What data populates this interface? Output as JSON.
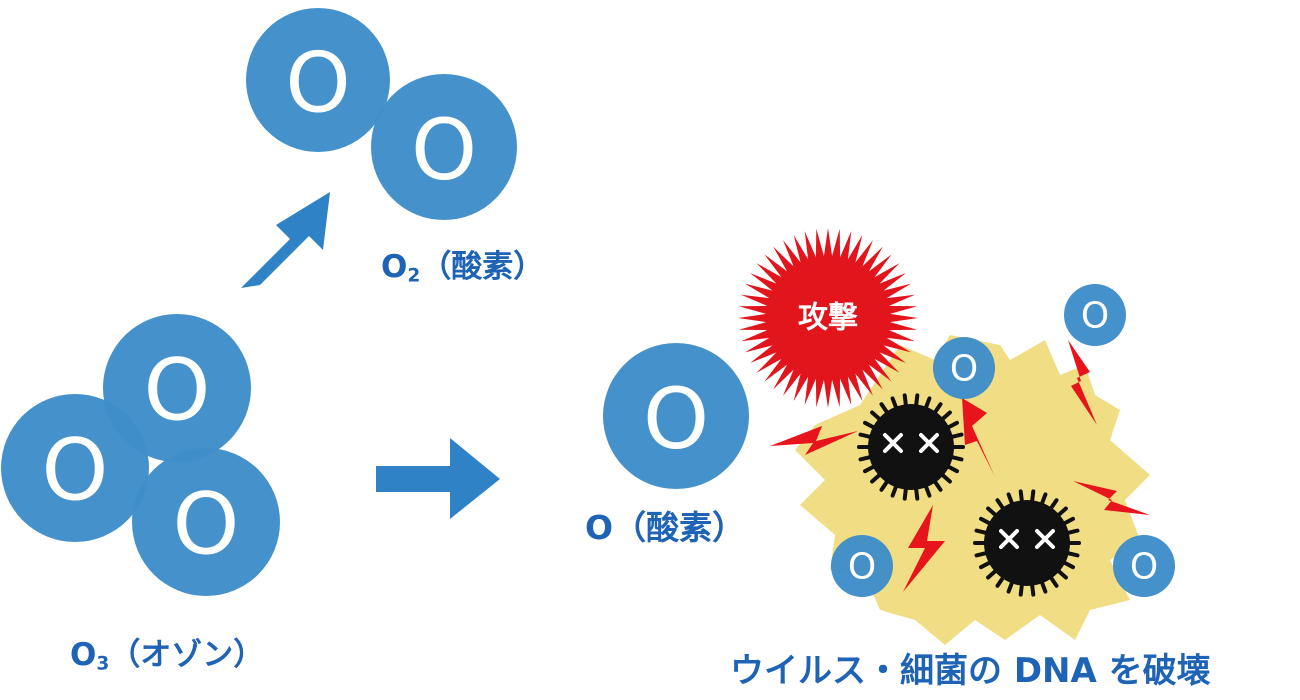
{
  "colors": {
    "atom_blue": "#3f8dc9",
    "arrow_blue": "#2f82c6",
    "label_blue": "#1e63b5",
    "splash_yellow": "#f1de84",
    "burst_red": "#e2141c",
    "bolt_red": "#e8141b",
    "germ_black": "#111111"
  },
  "atom_symbol": "O",
  "labels": {
    "o2_main": "O",
    "o2_sub": "2",
    "o2_name": "（酸素）",
    "o_main": "O",
    "o_name": "（酸素）",
    "o3_main": "O",
    "o3_sub": "3",
    "o3_name": "（オゾン）",
    "attack": "攻撃",
    "result": "ウイルス・細菌の DNA を破壊"
  },
  "icons": {
    "arrows": [
      "arrow-up-right-icon",
      "arrow-right-icon"
    ],
    "germs": [
      "virus-icon",
      "virus-icon"
    ],
    "bolts": "lightning-icon",
    "burst": "explosion-icon"
  }
}
